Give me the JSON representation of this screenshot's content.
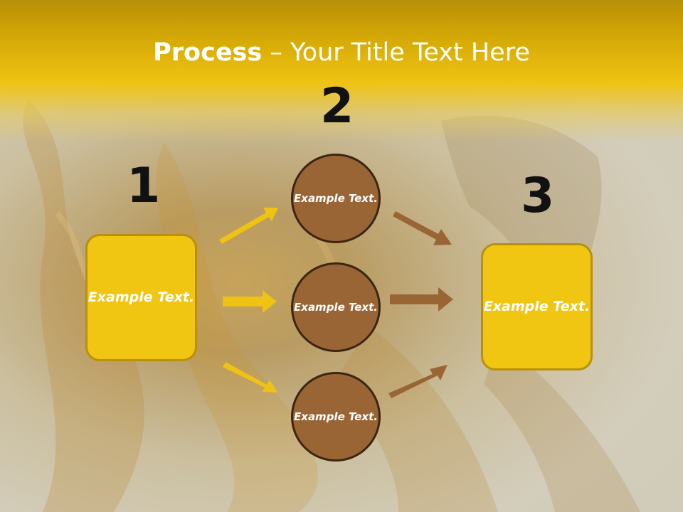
{
  "title": {
    "bold": "Process",
    "rest": " – Your Title Text Here"
  },
  "steps": [
    {
      "number": "1",
      "label": "Example Text."
    },
    {
      "number": "2",
      "items": [
        "Example Text.",
        "Example Text.",
        "Example Text."
      ]
    },
    {
      "number": "3",
      "label": "Example Text."
    }
  ],
  "colors": {
    "header": "#efc313",
    "box": "#f0c613",
    "circle": "#9a6535",
    "arrow_left": "#efc313",
    "arrow_right": "#9a6535"
  }
}
